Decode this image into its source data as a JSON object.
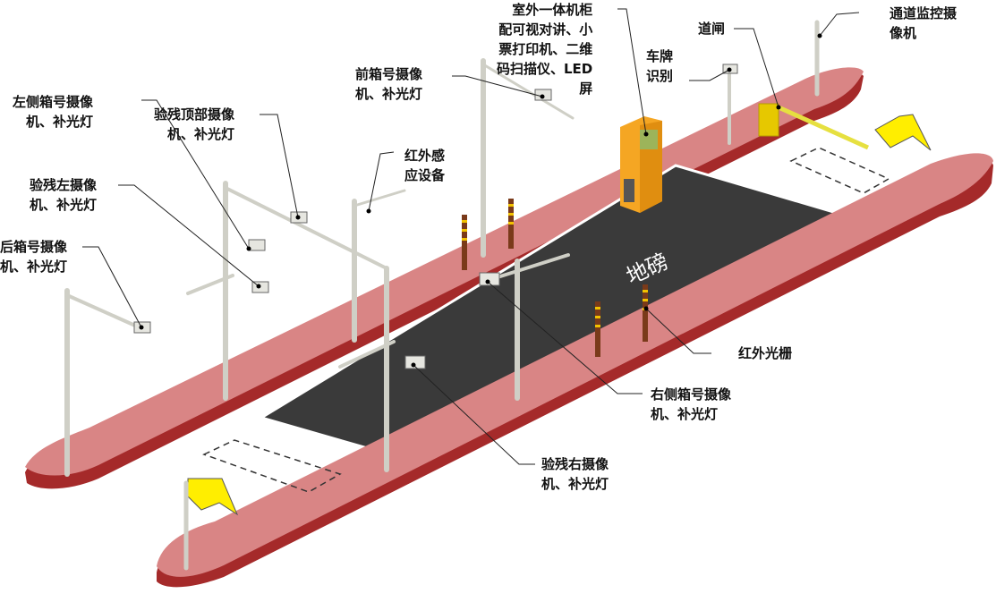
{
  "diagram": {
    "title_on_scale": "地磅",
    "labels": {
      "kiosk": [
        "室外一体机柜",
        "配可视对讲、小",
        "票打印机、二维",
        "码扫描仪、LED",
        "屏"
      ],
      "plate_recognition": [
        "车牌",
        "识别"
      ],
      "barrier_gate": [
        "道闸"
      ],
      "channel_camera": [
        "通道监控摄",
        "像机"
      ],
      "front_box_camera": [
        "前箱号摄像",
        "机、补光灯"
      ],
      "left_box_camera": [
        "左侧箱号摄像",
        "机、补光灯"
      ],
      "residue_top_camera": [
        "验残顶部摄像",
        "机、补光灯"
      ],
      "infrared_sensor": [
        "红外感",
        "应设备"
      ],
      "residue_left_camera": [
        "验残左摄像",
        "机、补光灯"
      ],
      "rear_box_camera": [
        "后箱号摄像",
        "机、补光灯"
      ],
      "infrared_grating": [
        "红外光栅"
      ],
      "right_box_camera": [
        "右侧箱号摄像",
        "机、补光灯"
      ],
      "residue_right_camera": [
        "验残右摄像",
        "机、补光灯"
      ]
    },
    "colors": {
      "island_top": "#d98585",
      "island_side": "#a52a2a",
      "scale_surface": "#3a3a3a",
      "kiosk": "#f5a623",
      "gate": "#e6c800",
      "arrow": "#ffee00",
      "pole": "#d8d8d0"
    }
  }
}
